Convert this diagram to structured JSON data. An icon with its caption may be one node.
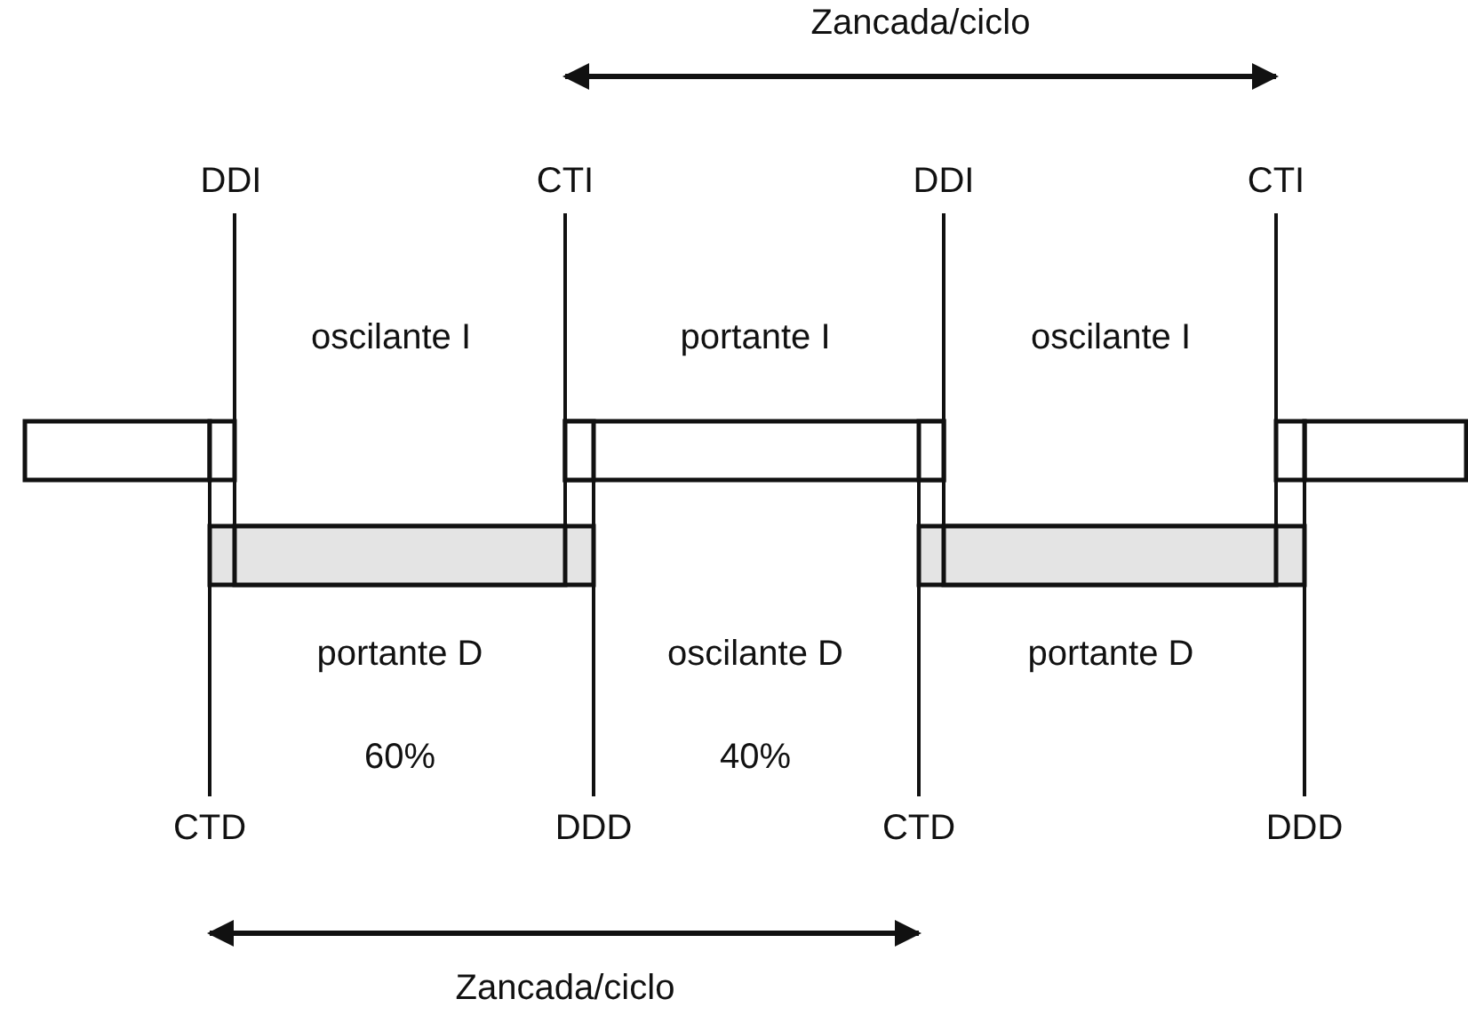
{
  "diagram": {
    "labels": [
      "Zancada/ciclo",
      "DDI",
      "CTI",
      "DDI",
      "CTI",
      "oscilante I",
      "portante I",
      "oscilante I",
      "portante D",
      "oscilante D",
      "portante D",
      "60%",
      "40%",
      "CTD",
      "DDD",
      "CTD",
      "DDD",
      "Zancada/ciclo"
    ]
  }
}
